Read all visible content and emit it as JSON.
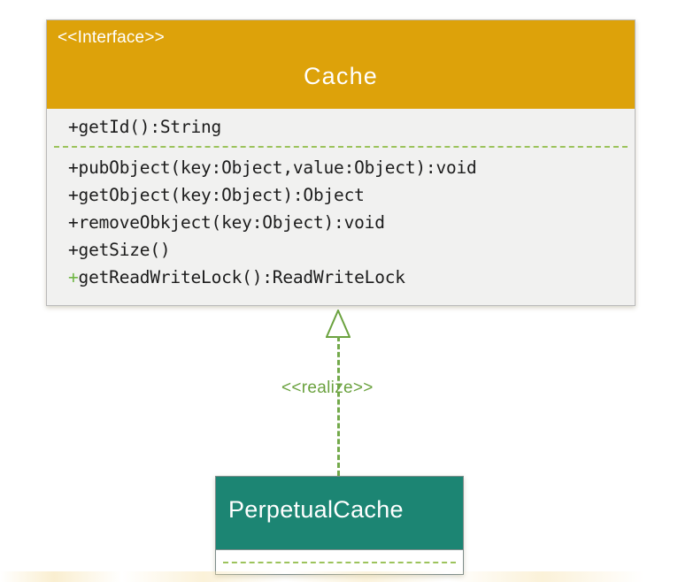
{
  "diagram": {
    "type": "uml-class-diagram",
    "background_color": "#ffffff",
    "interface_class": {
      "stereotype": "<<Interface>>",
      "name": "Cache",
      "header_color": "#dda20a",
      "header_text_color": "#ffffff",
      "body_color": "#f1f1f0",
      "separator_color": "#9cc35c",
      "compartments": [
        {
          "name": "attributes-compartment",
          "members": [
            {
              "text": "+getId():String",
              "plus_color": "#1c1c1c"
            }
          ]
        },
        {
          "name": "operations-compartment",
          "members": [
            {
              "text": "+pubObject(key:Object,value:Object):void",
              "plus_color": "#1c1c1c"
            },
            {
              "text": "+getObject(key:Object):Object",
              "plus_color": "#1c1c1c"
            },
            {
              "text": "+removeObkject(key:Object):void",
              "plus_color": "#1c1c1c"
            },
            {
              "text": "+getSize()",
              "plus_color": "#1c1c1c"
            },
            {
              "text": "+getReadWriteLock():ReadWriteLock",
              "plus_color": "#6fb644"
            }
          ]
        }
      ]
    },
    "relationship": {
      "kind": "realization",
      "label": "<<realize>>",
      "line_style": "dashed",
      "arrow_head": "hollow-triangle",
      "color": "#6ba23f",
      "from": "PerpetualCache",
      "to": "Cache"
    },
    "implementation_class": {
      "name": "PerpetualCache",
      "header_color": "#1c8573",
      "header_text_color": "#ffffff",
      "compartment_color": "#ffffff",
      "separator_color": "#9cc35c"
    }
  }
}
